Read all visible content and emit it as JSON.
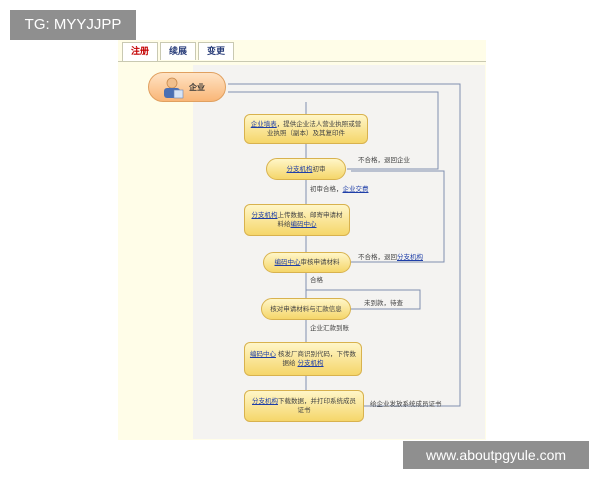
{
  "watermark_top": "TG: MYYJJPP",
  "watermark_bottom": "www.aboutpgyule.com",
  "tabs": [
    {
      "label": "注册",
      "active": true
    },
    {
      "label": "续展",
      "active": false
    },
    {
      "label": "变更",
      "active": false
    }
  ],
  "flow": {
    "start": "企业",
    "step1": {
      "link": "企业填表",
      "text": "，提供企业法人营业执照或营业执照（副本）及其复印件"
    },
    "step2": {
      "link": "分支机构",
      "text": "初审"
    },
    "step2_fail": "不合格，退回企业",
    "step2_pass": {
      "text": "初审合格，",
      "link": "企业交费"
    },
    "step3": {
      "link1": "分支机构",
      "text1": "上传数据、邮寄申请材料给",
      "link2": "编码中心"
    },
    "step4": {
      "link": "编码中心",
      "text": "审核申请材料"
    },
    "step4_fail": {
      "text": "不合格，退回",
      "link": "分支机构"
    },
    "step4_pass": "合格",
    "step5": "核对申请材料与汇款信息",
    "step5_fail": "未到款，待查",
    "step5_pass": "企业汇款到账",
    "step6": {
      "link1": "编码中心",
      "text1": " 核发厂商识别代码，下传数据给 ",
      "link2": "分支机构"
    },
    "step7": {
      "link": "分支机构",
      "text": "下载数据，并打印系统成员证书"
    },
    "step7_note": "给企业发放系统成员证书"
  }
}
